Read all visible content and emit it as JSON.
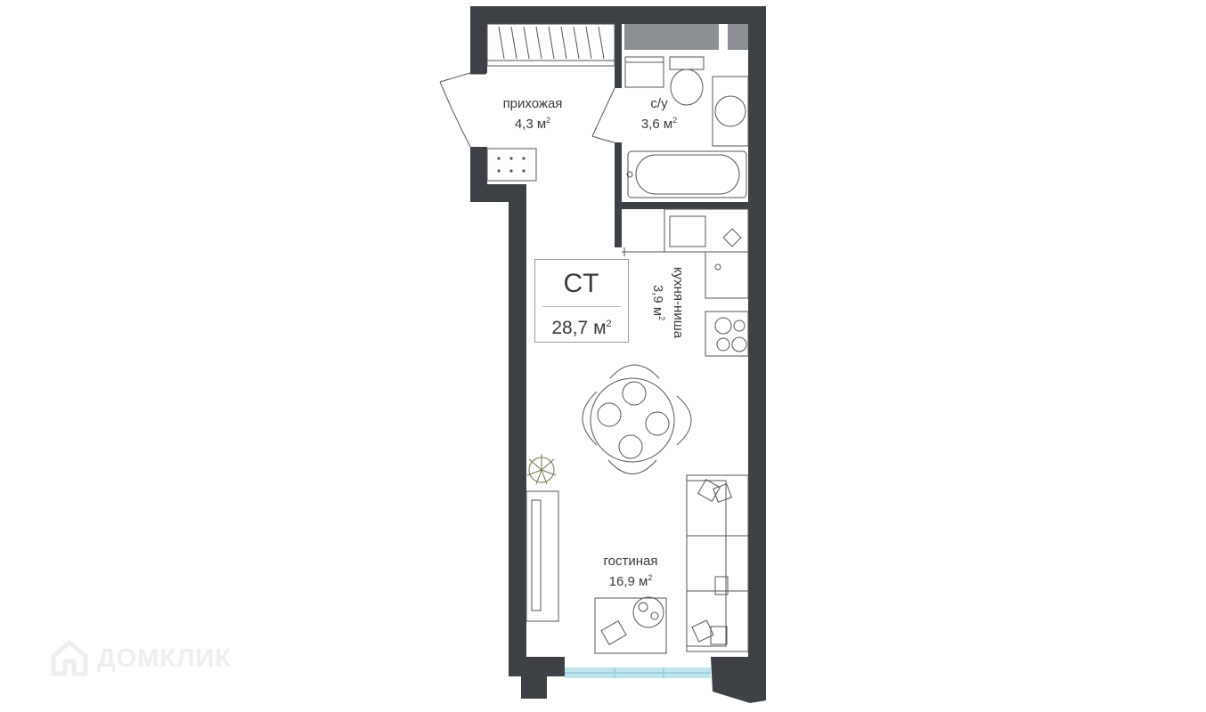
{
  "plan": {
    "type_code": "СТ",
    "total_area": "28,7 м",
    "total_area_sup": "2",
    "rooms": {
      "hallway": {
        "name": "прихожая",
        "area": "4,3 м",
        "sup": "2"
      },
      "bathroom": {
        "name": "с/у",
        "area": "3,6 м",
        "sup": "2"
      },
      "kitchen": {
        "name": "кухня-ниша",
        "area": "3,9 м",
        "sup": "2"
      },
      "living": {
        "name": "гостиная",
        "area": "16,9 м",
        "sup": "2"
      }
    }
  },
  "watermark": {
    "text": "ДОМКЛИК",
    "icon": "house-logo-icon"
  },
  "colors": {
    "wall": "#3d4145",
    "furniture_line": "#555555",
    "window": "#bfe4ee"
  }
}
